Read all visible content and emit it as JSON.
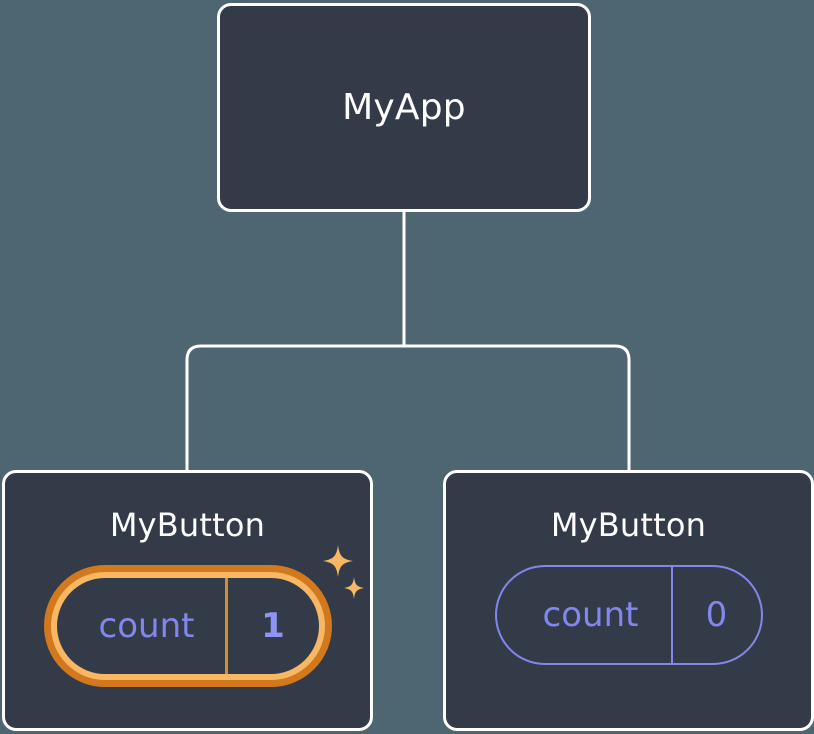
{
  "canvas": {
    "background_color": "#4d6671",
    "node_fill_color": "#343b48",
    "node_border_color": "#ffffff",
    "connector_color": "#ffffff",
    "state_text_color": "#8287ee",
    "highlight_outer_color": "#d2791e",
    "highlight_inner_color": "#f7b763",
    "sparkle_color": "#f7b763"
  },
  "tree": {
    "root": {
      "title": "MyApp"
    },
    "children": [
      {
        "title": "MyButton",
        "state": {
          "key": "count",
          "value": "1"
        },
        "highlighted": true,
        "sparkle_large": "sparkle-icon",
        "sparkle_small": "sparkle-icon"
      },
      {
        "title": "MyButton",
        "state": {
          "key": "count",
          "value": "0"
        },
        "highlighted": false
      }
    ]
  }
}
